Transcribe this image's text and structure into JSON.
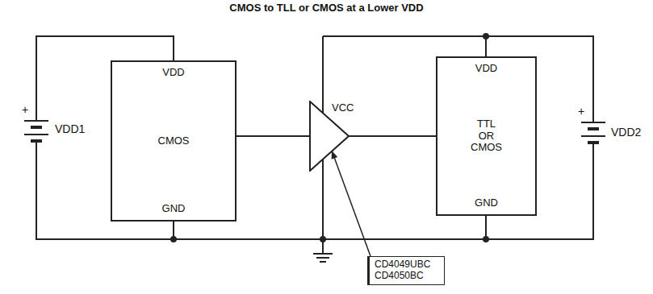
{
  "diagram": {
    "title": "CMOS to TLL or CMOS at a Lower VDD",
    "nodes": [
      {
        "text": [
          "VDD",
          "CMOS",
          "GND"
        ]
      },
      {
        "text": [
          "VCC"
        ]
      },
      {
        "text": [
          "VDD",
          "TTL OR CMOS",
          "GND"
        ]
      },
      {
        "text": [
          "CD4049UBC CD4050BC"
        ]
      }
    ],
    "edges": [
      {
        "from": 0,
        "to": 1,
        "arrow": "none"
      },
      {
        "from": 1,
        "to": 2,
        "arrow": "none"
      },
      {
        "from": 3,
        "to": 1,
        "arrow": "to"
      }
    ],
    "labels": [
      "+",
      "VDD1",
      "+",
      "VDD2"
    ]
  }
}
